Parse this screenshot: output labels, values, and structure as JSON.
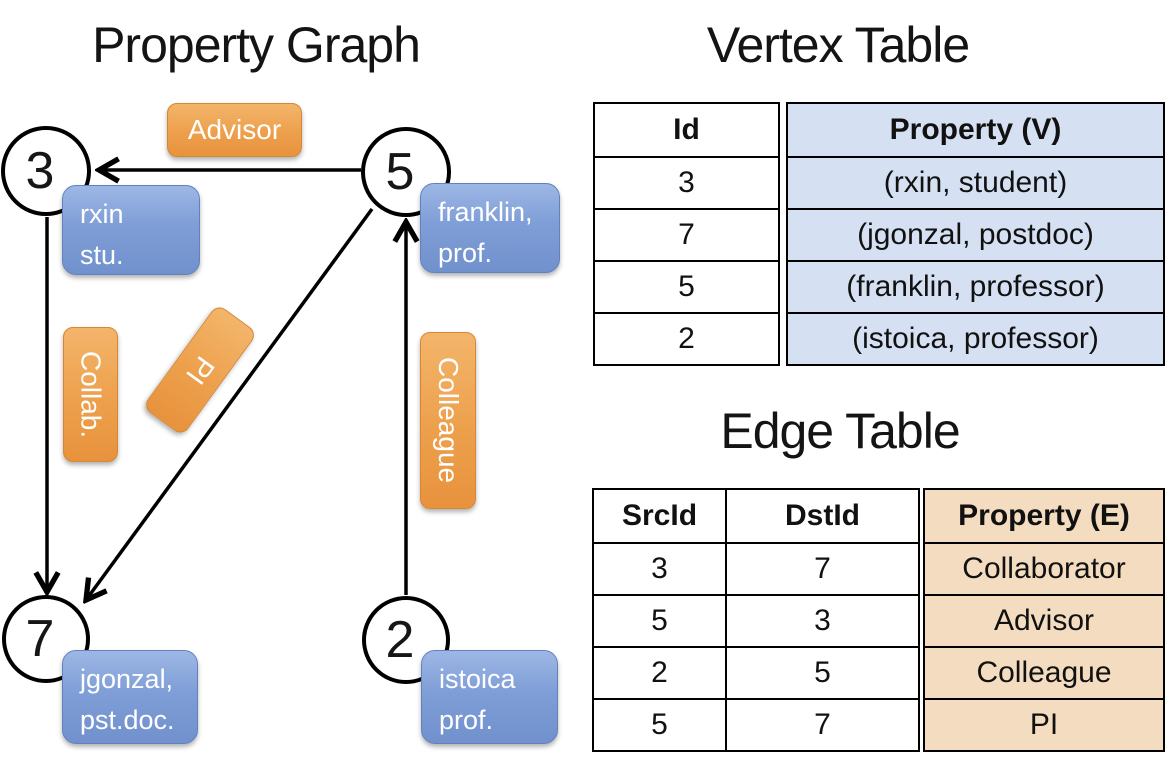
{
  "graph": {
    "title": "Property Graph",
    "nodes": [
      {
        "id": "3",
        "line1": "rxin",
        "line2": "stu."
      },
      {
        "id": "5",
        "line1": "franklin,",
        "line2": "prof."
      },
      {
        "id": "7",
        "line1": "jgonzal,",
        "line2": "pst.doc."
      },
      {
        "id": "2",
        "line1": "istoica",
        "line2": "prof."
      }
    ],
    "edge_labels": {
      "advisor": "Advisor",
      "collab": "Collab.",
      "pi": "PI",
      "colleague": "Colleague"
    }
  },
  "vertex_table": {
    "title": "Vertex Table",
    "headers": {
      "id": "Id",
      "property": "Property (V)"
    },
    "rows": [
      {
        "id": "3",
        "property": "(rxin, student)"
      },
      {
        "id": "7",
        "property": "(jgonzal, postdoc)"
      },
      {
        "id": "5",
        "property": "(franklin, professor)"
      },
      {
        "id": "2",
        "property": "(istoica, professor)"
      }
    ]
  },
  "edge_table": {
    "title": "Edge Table",
    "headers": {
      "src": "SrcId",
      "dst": "DstId",
      "property": "Property (E)"
    },
    "rows": [
      {
        "src": "3",
        "dst": "7",
        "property": "Collaborator"
      },
      {
        "src": "5",
        "dst": "3",
        "property": "Advisor"
      },
      {
        "src": "2",
        "dst": "5",
        "property": "Colleague"
      },
      {
        "src": "5",
        "dst": "7",
        "property": "PI"
      }
    ]
  },
  "colors": {
    "vertex_fill": "#d5e0f2",
    "edge_fill": "#f4dcc0",
    "node_box_blue": "#7f9ed7",
    "label_orange": "#eda04c",
    "stroke": "#000000"
  }
}
